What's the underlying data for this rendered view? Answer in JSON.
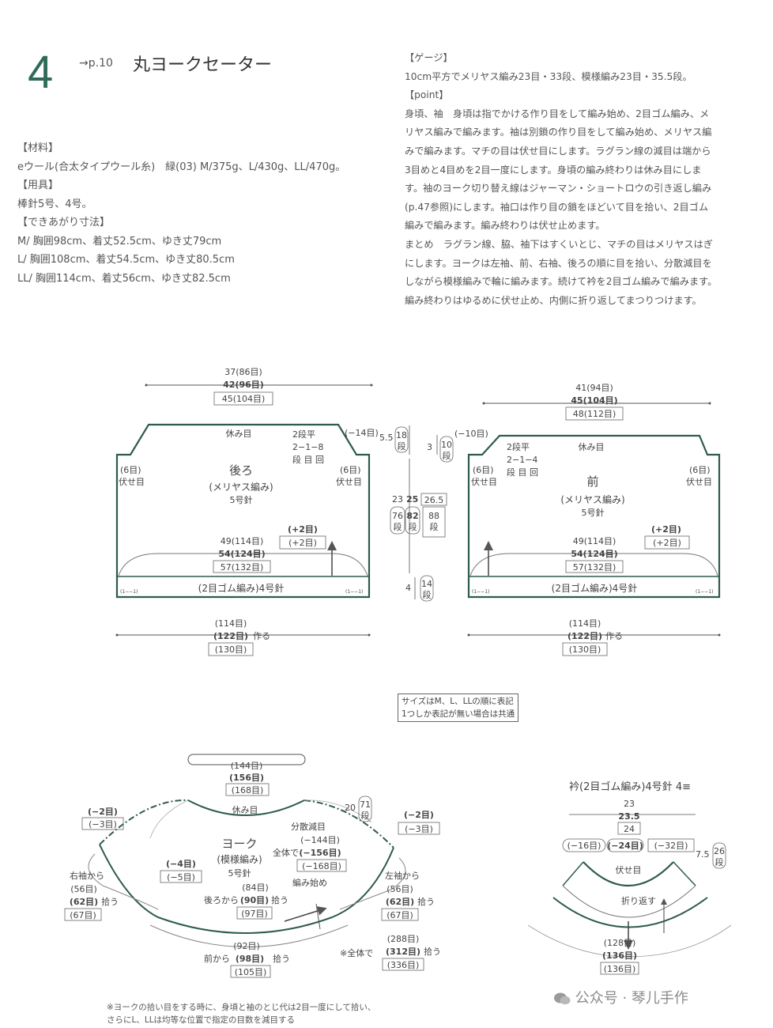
{
  "header": {
    "number": "4",
    "page_ref": "→p.10",
    "title": "丸ヨークセーター"
  },
  "materials": {
    "h_material": "【材料】",
    "material": "eウール(合太タイプウール糸)　緑(03) M/375g、L/430g、LL/470g。",
    "h_tools": "【用具】",
    "tools": "棒針5号、4号。",
    "h_size": "【できあがり寸法】",
    "size_m": "M/ 胸囲98cm、着丈52.5cm、ゆき丈79cm",
    "size_l": "L/ 胸囲108cm、着丈54.5cm、ゆき丈80.5cm",
    "size_ll": "LL/ 胸囲114cm、着丈56cm、ゆき丈82.5cm"
  },
  "instructions": {
    "h_gauge": "【ゲージ】",
    "gauge": "10cm平方でメリヤス編み23目・33段、模様編み23目・35.5段。",
    "h_point": "【point】",
    "lines": [
      "身頃、袖　身頃は指でかける作り目をして編み始め、2目ゴム編み、メ",
      "リヤス編みで編みます。袖は別鎖の作り目をして編み始め、メリヤス編",
      "みで編みます。マチの目は伏せ目にします。ラグラン線の減目は端から",
      "3目めと4目めを2目一度にします。身頃の編み終わりは休み目にしま",
      "す。袖のヨーク切り替え線はジャーマン・ショートロウの引き返し編み",
      "(p.47参照)にします。袖口は作り目の鎖をほどいて目を拾い、2目ゴム",
      "編みで編みます。編み終わりは伏せ止めます。",
      "まとめ　ラグラン線、脇、袖下はすくいとじ、マチの目はメリヤスはぎ",
      "にします。ヨークは左袖、前、右袖、後ろの順に目を拾い、分散減目を",
      "しながら模様編みで輪に編みます。続けて衿を2目ゴム編みで編みます。",
      "編み終わりはゆるめに伏せ止め、内側に折り返してまつりつけます。"
    ]
  },
  "back": {
    "top_m": "37(86目)",
    "top_l": "42(96目)",
    "top_ll": "45(104目)",
    "rest": "休み目",
    "dec_title": "2段平",
    "dec_row": "2−1−8",
    "dec_hdr": "段 目 回",
    "minus14": "(−14目)",
    "name": "後ろ",
    "stitch": "(メリヤス編み)",
    "needle": "5号針",
    "bind_l": "(6目)",
    "bind_l2": "伏せ目",
    "bind_r": "(6目)",
    "bind_r2": "伏せ目",
    "plus_l": "(+2目)",
    "plus_ll": "(+2目)",
    "w_m": "49(114目)",
    "w_l": "54(124目)",
    "w_ll": "57(132目)",
    "rib": "(2目ゴム編み)4号針",
    "cast_m": "(114目)",
    "cast_l": "(122目)",
    "cast_verb": "作る",
    "cast_ll": "(130目)",
    "corner": "(1−−1)"
  },
  "middle": {
    "a_cm": "5.5",
    "a_r1": "18",
    "a_r2": "段",
    "b_m": "23",
    "b_l": "25",
    "b_ll": "26.5",
    "b_r_m": "76",
    "b_r_l": "82",
    "b_r_ll": "88",
    "b_r_u": "段",
    "c_cm": "4",
    "c_r1": "14",
    "c_r2": "段",
    "d_cm": "3",
    "d_r1": "10",
    "d_r2": "段"
  },
  "front": {
    "top_m": "41(94目)",
    "top_l": "45(104目)",
    "top_ll": "48(112目)",
    "minus10": "(−10目)",
    "dec_title": "2段平",
    "dec_row": "2−1−4",
    "dec_hdr": "段 目 回",
    "rest": "休み目",
    "name": "前",
    "stitch": "(メリヤス編み)",
    "needle": "5号針",
    "bind_l": "(6目)",
    "bind_l2": "伏せ目",
    "bind_r": "(6目)",
    "bind_r2": "伏せ目",
    "plus_l": "(+2目)",
    "plus_ll": "(+2目)",
    "w_m": "49(114目)",
    "w_l": "54(124目)",
    "w_ll": "57(132目)",
    "rib": "(2目ゴム編み)4号針",
    "cast_m": "(114目)",
    "cast_l": "(122目)",
    "cast_verb": "作る",
    "cast_ll": "(130目)"
  },
  "note": {
    "line1": "サイズはM、L、LLの順に表記",
    "line2": "1つしか表記が無い場合は共通"
  },
  "yoke": {
    "top_m": "(144目)",
    "top_l": "(156目)",
    "top_ll": "(168目)",
    "rest": "休み目",
    "twenty": "20",
    "r71": "71",
    "r71u": "段",
    "m2a": "(−2目)",
    "m3a": "(−3目)",
    "m2b": "(−2目)",
    "m3b": "(−3目)",
    "name": "ヨーク",
    "stitch": "(模様編み)",
    "needle": "5号針",
    "dist": "分散減目",
    "all": "全体で",
    "d_m": "(−144目)",
    "d_l": "(−156目)",
    "d_ll": "(−168目)",
    "m4": "(−4目)",
    "m5": "(−5目)",
    "r_from": "右袖から",
    "r_m": "(56目)",
    "r_l": "(62目)",
    "r_verb": "拾う",
    "r_ll": "(67目)",
    "l_from": "左袖から",
    "l_m": "(56目)",
    "l_l": "(62目)",
    "l_verb": "拾う",
    "l_ll": "(67目)",
    "b_m": "(84目)",
    "b_from": "後ろから",
    "b_l": "(90目)",
    "b_verb": "拾う",
    "b_ll": "(97目)",
    "start": "編み始め",
    "f_m": "(92目)",
    "f_from": "前から",
    "f_l": "(98目)",
    "f_verb": "拾う",
    "f_ll": "(105目)",
    "t_m": "(288目)",
    "t_all": "※全体で",
    "t_l": "(312目)",
    "t_verb": "拾う",
    "t_ll": "(336目)"
  },
  "collar": {
    "title": "衿(2目ゴム編み)4号針 4≡",
    "w_m": "23",
    "w_l": "23.5",
    "w_ll": "24",
    "m16": "(−16目)",
    "m24": "(−24目)",
    "m32": "(−32目)",
    "h_cm": "7.5",
    "h_r1": "26",
    "h_r2": "段",
    "bind": "伏せ目",
    "fold": "折り返す",
    "b_m": "(128目)",
    "b_l": "(136目)",
    "b_ll": "(136目)"
  },
  "footnote": {
    "line1": "※ヨークの拾い目をする時に、身頃と袖のとじ代は2目一度にして拾い、",
    "line2": "さらにL、LLは均等な位置で指定の目数を減目する"
  },
  "watermark": {
    "text": "公众号 · 琴儿手作"
  }
}
